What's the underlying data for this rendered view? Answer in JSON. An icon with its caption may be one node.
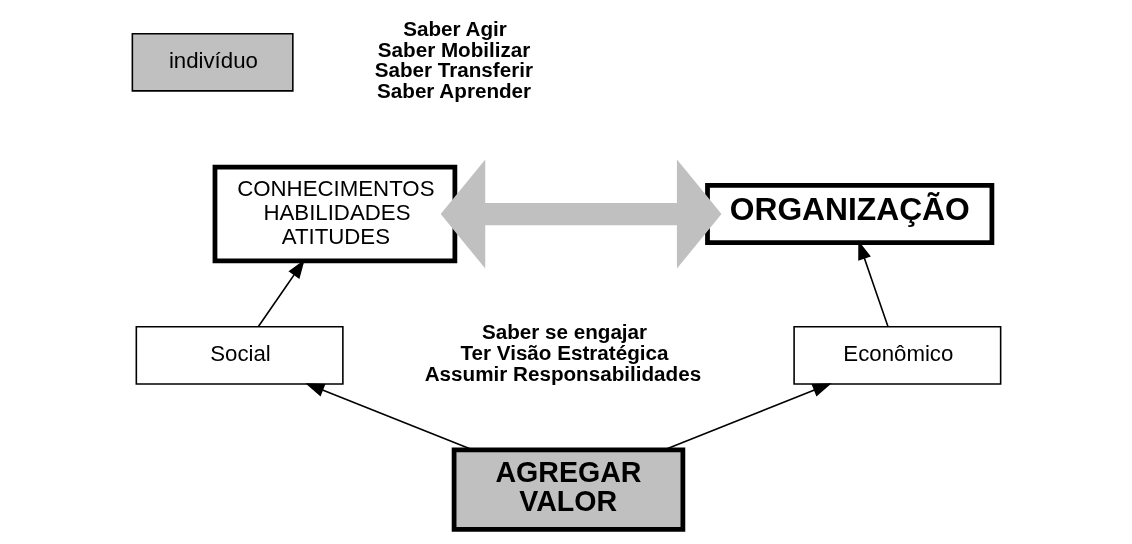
{
  "diagram": {
    "nodes": [
      {
        "text": [
          "indivíduo"
        ]
      },
      {
        "text": [
          "CONHECIMENTOS HABILIDADES ATITUDES"
        ]
      },
      {
        "text": [
          "ORGANIZAÇÃO"
        ]
      },
      {
        "text": [
          "Social"
        ]
      },
      {
        "text": [
          "Econômico"
        ]
      },
      {
        "text": [
          "AGREGAR VALOR"
        ]
      }
    ],
    "edges": [
      {
        "from": 1,
        "to": 2,
        "arrow": "both",
        "style": "thick",
        "color": "#c0c0c0"
      },
      {
        "from": 3,
        "to": 1,
        "arrow": "to"
      },
      {
        "from": 4,
        "to": 2,
        "arrow": "to"
      },
      {
        "from": 5,
        "to": 3,
        "arrow": "to"
      },
      {
        "from": 5,
        "to": 4,
        "arrow": "to"
      }
    ],
    "labels": [
      "Saber Agir",
      "Saber Mobilizar",
      "Saber Transferir",
      "Saber Aprender",
      "Saber se engajar",
      "Ter Visão Estratégica",
      "Assumir Responsabilidades"
    ]
  }
}
